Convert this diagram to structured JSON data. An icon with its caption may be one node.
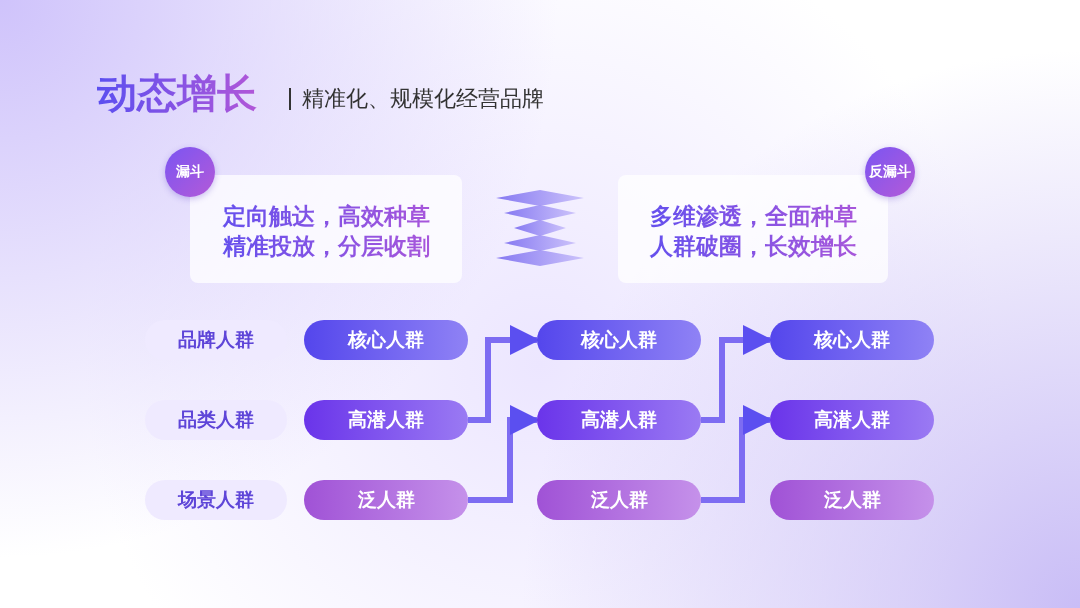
{
  "diagram": {
    "title": "动态增长",
    "nodes": [
      {
        "text": [
          "漏斗",
          "定向触达，高效种草",
          "精准投放，分层收割"
        ]
      },
      {
        "text": [
          "反漏斗",
          "多维渗透，全面种草",
          "人群破圈，长效增长"
        ]
      },
      {
        "text": [
          "品牌人群"
        ]
      },
      {
        "text": [
          "核心人群"
        ]
      },
      {
        "text": [
          "核心人群"
        ]
      },
      {
        "text": [
          "核心人群"
        ]
      },
      {
        "text": [
          "品类人群"
        ]
      },
      {
        "text": [
          "高潜人群"
        ]
      },
      {
        "text": [
          "高潜人群"
        ]
      },
      {
        "text": [
          "高潜人群"
        ]
      },
      {
        "text": [
          "场景人群"
        ]
      },
      {
        "text": [
          "泛人群"
        ]
      },
      {
        "text": [
          "泛人群"
        ]
      },
      {
        "text": [
          "泛人群"
        ]
      }
    ],
    "edges": [
      {
        "from": 7,
        "to": 4,
        "arrow": "to"
      },
      {
        "from": 11,
        "to": 8,
        "arrow": "to"
      },
      {
        "from": 8,
        "to": 5,
        "arrow": "to"
      },
      {
        "from": 12,
        "to": 9,
        "arrow": "to"
      }
    ],
    "labels": [
      "精准化、规模化经营品牌"
    ]
  }
}
